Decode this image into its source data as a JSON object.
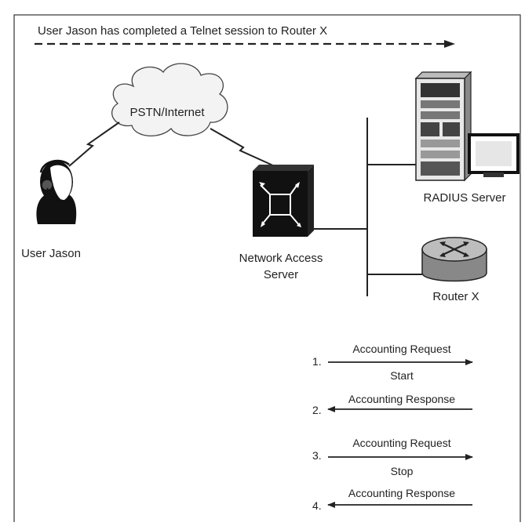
{
  "header": {
    "text": "User Jason has completed a Telnet session to Router X"
  },
  "cloud": {
    "label": "PSTN/Internet"
  },
  "nodes": {
    "user": {
      "label": "User Jason",
      "icon": "headset-user-icon"
    },
    "nas": {
      "label_line1": "Network Access",
      "label_line2": "Server",
      "icon": "network-access-server-icon"
    },
    "radius": {
      "label": "RADIUS Server",
      "icon": "server-tower-icon"
    },
    "router": {
      "label": "Router X",
      "icon": "router-icon"
    }
  },
  "steps": [
    {
      "num": "1.",
      "above": "Accounting Request",
      "below": "Start",
      "direction": "right"
    },
    {
      "num": "2.",
      "above": "Accounting Response",
      "below": "",
      "direction": "left"
    },
    {
      "num": "3.",
      "above": "Accounting Request",
      "below": "Stop",
      "direction": "right"
    },
    {
      "num": "4.",
      "above": "Accounting Response",
      "below": "",
      "direction": "left"
    }
  ]
}
